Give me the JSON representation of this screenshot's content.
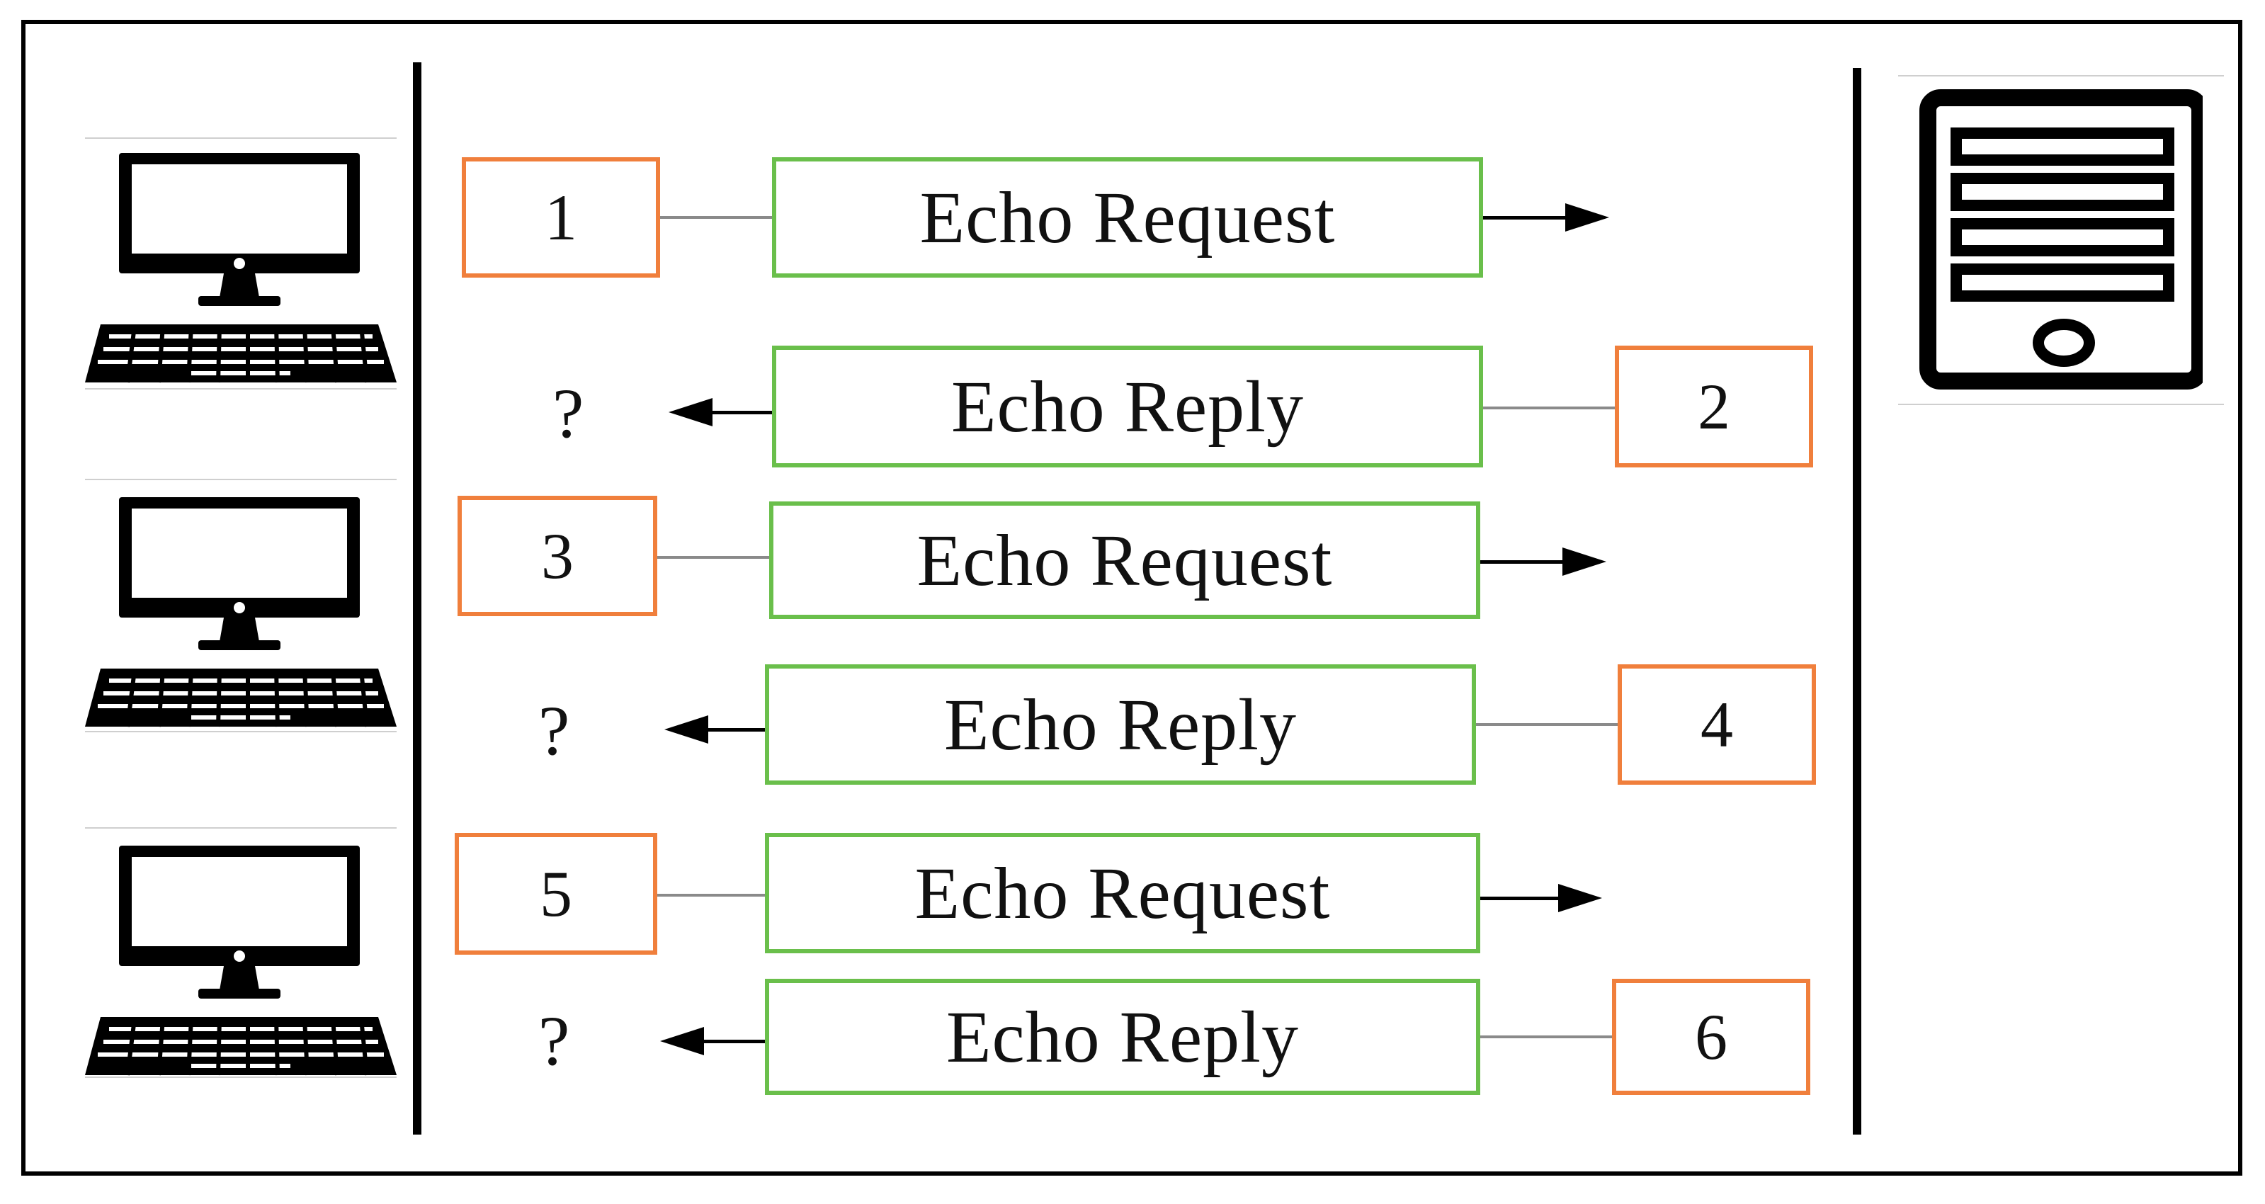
{
  "rows": [
    {
      "number": "1",
      "label": "Echo Request",
      "direction": "to-server"
    },
    {
      "number": "2",
      "label": "Echo Reply",
      "direction": "to-client",
      "result": "?"
    },
    {
      "number": "3",
      "label": "Echo Request",
      "direction": "to-server"
    },
    {
      "number": "4",
      "label": "Echo Reply",
      "direction": "to-client",
      "result": "?"
    },
    {
      "number": "5",
      "label": "Echo Request",
      "direction": "to-server"
    },
    {
      "number": "6",
      "label": "Echo Reply",
      "direction": "to-client",
      "result": "?"
    }
  ],
  "icons": {
    "client": "desktop-computer-icon",
    "server": "server-tower-icon"
  },
  "colors": {
    "number_border": "#f07f3c",
    "message_border": "#6abf4b",
    "connector": "#8a8a8a",
    "lines": "#000000"
  }
}
